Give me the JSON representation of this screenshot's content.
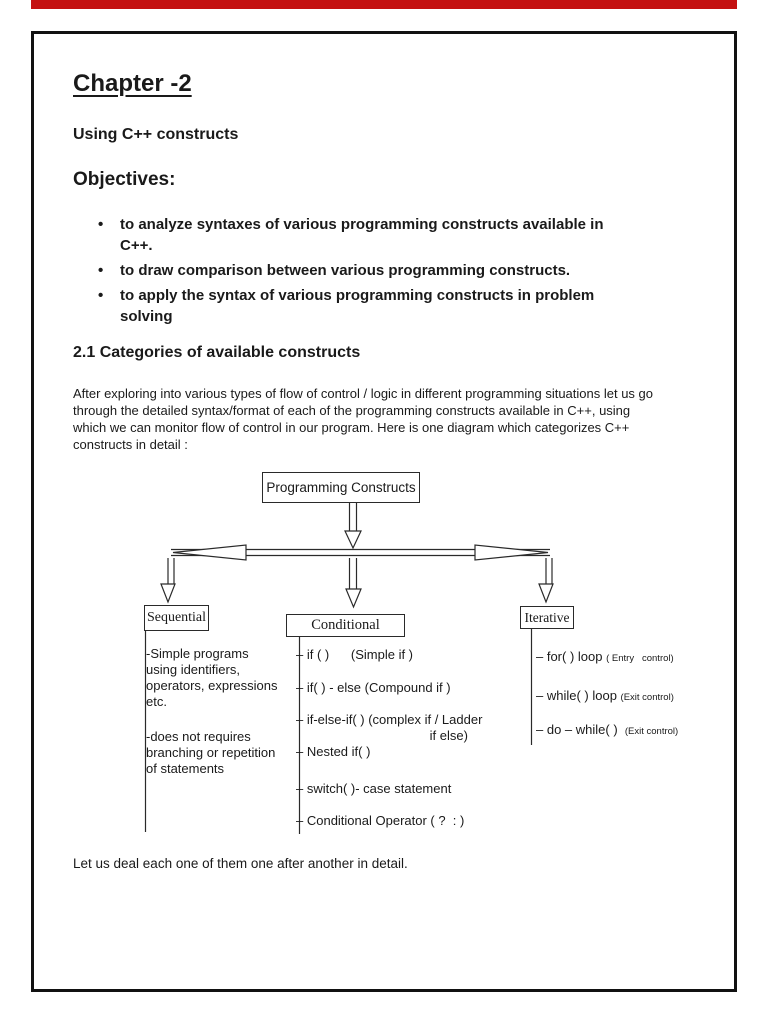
{
  "colors": {
    "top_bar": "#c41111",
    "page_border": "#111111",
    "text": "#1a1a1a"
  },
  "doc": {
    "chapter_title": "Chapter -2",
    "subtitle": "Using C++ constructs",
    "objectives_heading": "Objectives:",
    "bullet_glyph": "•",
    "bullets": [
      "to analyze syntaxes of various programming constructs available in\nC++.",
      "to draw comparison between various programming constructs.",
      "to apply the syntax of various programming constructs in problem\nsolving"
    ],
    "section_heading": "2.1 Categories of available constructs",
    "intro": "After exploring into various types of flow of control / logic in different programming situations let us go\nthrough the detailed syntax/format of each of the programming constructs available in C++, using\nwhich we can monitor flow of control in our program. Here is one diagram which categorizes C++\nconstructs in detail :",
    "closing": "Let us deal each one of them one after another in detail."
  },
  "diagram": {
    "root_label": "Programming Constructs",
    "sequential": {
      "label": "Sequential",
      "items": [
        "-Simple programs\nusing identifiers,\noperators, expressions\netc.",
        "-does not requires\nbranching or repetition\nof statements"
      ]
    },
    "conditional": {
      "label": "Conditional",
      "items": [
        "– if ( )      (Simple if )",
        "– if( ) - else (Compound if )",
        "– if-else-if( ) (complex if / Ladder\n                                     if else)",
        "– Nested if( )",
        "– switch( )- case statement",
        "– Conditional Operator ( ?  : )"
      ]
    },
    "iterative": {
      "label": "Iterative",
      "items": [
        {
          "main": "– for( ) loop ",
          "note": "( Entry   control)"
        },
        {
          "main": "– while( ) loop ",
          "note": "(Exit control)"
        },
        {
          "main": "– do – while( )  ",
          "note": "(Exit control)"
        }
      ]
    }
  }
}
